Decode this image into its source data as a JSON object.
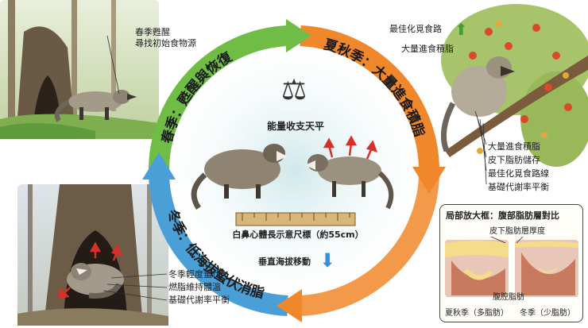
{
  "colors": {
    "spring": "#6fbd45",
    "summer_autumn": "#f0872a",
    "winter": "#4a9fd6",
    "growth_arrow": "#3f9d3a",
    "descent_arrow": "#3a8fd4",
    "effort_arrow": "#d6302b"
  },
  "cycle": {
    "spring_label": "春季：甦醒與恢復",
    "summer_label": "夏秋季：大量進食積脂",
    "winter_label": "冬季：低海拔蟄伏消脂"
  },
  "center": {
    "balance_label": "能量收支天平",
    "ruler_label": "白鼻心體長示意尺標（約55cm）",
    "descent_label": "垂直海拔移動",
    "icons": [
      "balance-scale-icon",
      "down-arrow-icon"
    ]
  },
  "spring_scene": {
    "notes": [
      "春季甦醒",
      "尋找初始食物源"
    ]
  },
  "summer_scene": {
    "route_label": "最佳化覓食路",
    "fat_label": "大量進食積脂",
    "notes": [
      "大量進食積脂",
      "皮下脂肪儲存",
      "最佳化覓食路線",
      "基礎代謝率平衡"
    ],
    "icons": [
      "up-arrow-icon"
    ]
  },
  "winter_scene": {
    "notes": [
      "冬季輕度蟄伏",
      "燃脂維持體溫",
      "基礎代謝率平衡"
    ]
  },
  "zoom_panel": {
    "title": "局部放大框：腹部脂肪層對比",
    "layer_label": "皮下脂肪層厚度",
    "cavity_label": "腹腔脂肪",
    "summer_caption": "夏秋季（多脂肪）",
    "winter_caption": "冬季（少脂肪）"
  }
}
